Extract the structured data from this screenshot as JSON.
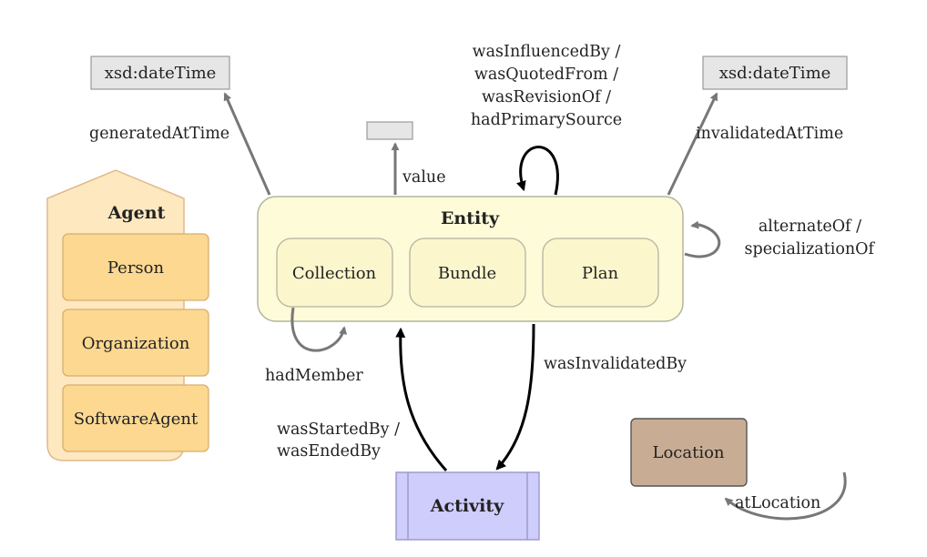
{
  "colors": {
    "entity_fill": "#fdfbd8",
    "entity_border": "#b4b4a0",
    "agent_fill": "#fde8c0",
    "agent_inner_fill": "#fcd891",
    "agent_border": "#e0b98a",
    "activity_fill": "#cfcdfc",
    "activity_border": "#9a98c8",
    "location_fill": "#c8ad94",
    "location_border": "#555555",
    "literal_fill": "#e6e6e6",
    "literal_border": "#9a9a9a",
    "gray_arrow": "#777777",
    "black_arrow": "#000000"
  },
  "nodes": {
    "entity": {
      "title": "Entity",
      "subclasses": [
        "Collection",
        "Bundle",
        "Plan"
      ]
    },
    "agent": {
      "title": "Agent",
      "subclasses": [
        "Person",
        "Organization",
        "SoftwareAgent"
      ]
    },
    "activity": {
      "title": "Activity"
    },
    "location": {
      "title": "Location"
    },
    "datetime_left": "xsd:dateTime",
    "datetime_right": "xsd:dateTime",
    "value_literal": ""
  },
  "edges": {
    "generated_at_time": "generatedAtTime",
    "value": "value",
    "influence_lines": [
      "wasInfluencedBy /",
      "wasQuotedFrom /",
      "wasRevisionOf /",
      "hadPrimarySource"
    ],
    "invalidated_at_time": "invalidatedAtTime",
    "alternate_lines": [
      "alternateOf /",
      "specializationOf"
    ],
    "had_member": "hadMember",
    "was_invalidated_by": "wasInvalidatedBy",
    "started_lines": [
      "wasStartedBy /",
      "wasEndedBy"
    ],
    "at_location": "atLocation"
  }
}
